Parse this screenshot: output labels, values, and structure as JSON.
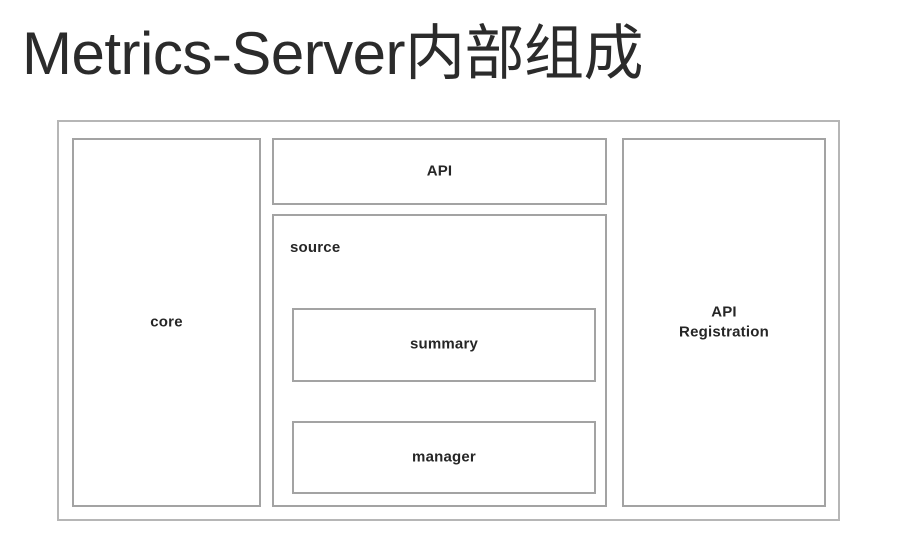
{
  "page": {
    "title": "Metrics-Server内部组成",
    "background_color": "#ffffff",
    "title_color": "#2b2b2b"
  },
  "diagram": {
    "type": "nested-block-diagram",
    "container_border_color": "#b6b6b6",
    "box_border_color": "#a3a3a3",
    "box_fill_color": "#ffffff",
    "label_color": "#262626",
    "columns": [
      {
        "id": "core",
        "label": "core",
        "align": "center"
      },
      {
        "id": "middle",
        "children": [
          {
            "id": "api",
            "label": "API",
            "align": "center"
          },
          {
            "id": "source",
            "label": "source",
            "align": "top-left",
            "children": [
              {
                "id": "summary",
                "label": "summary",
                "align": "center"
              },
              {
                "id": "manager",
                "label": "manager",
                "align": "center"
              }
            ]
          }
        ]
      },
      {
        "id": "api-registration",
        "label_line1": "API",
        "label_line2": "Registration",
        "align": "center"
      }
    ]
  }
}
